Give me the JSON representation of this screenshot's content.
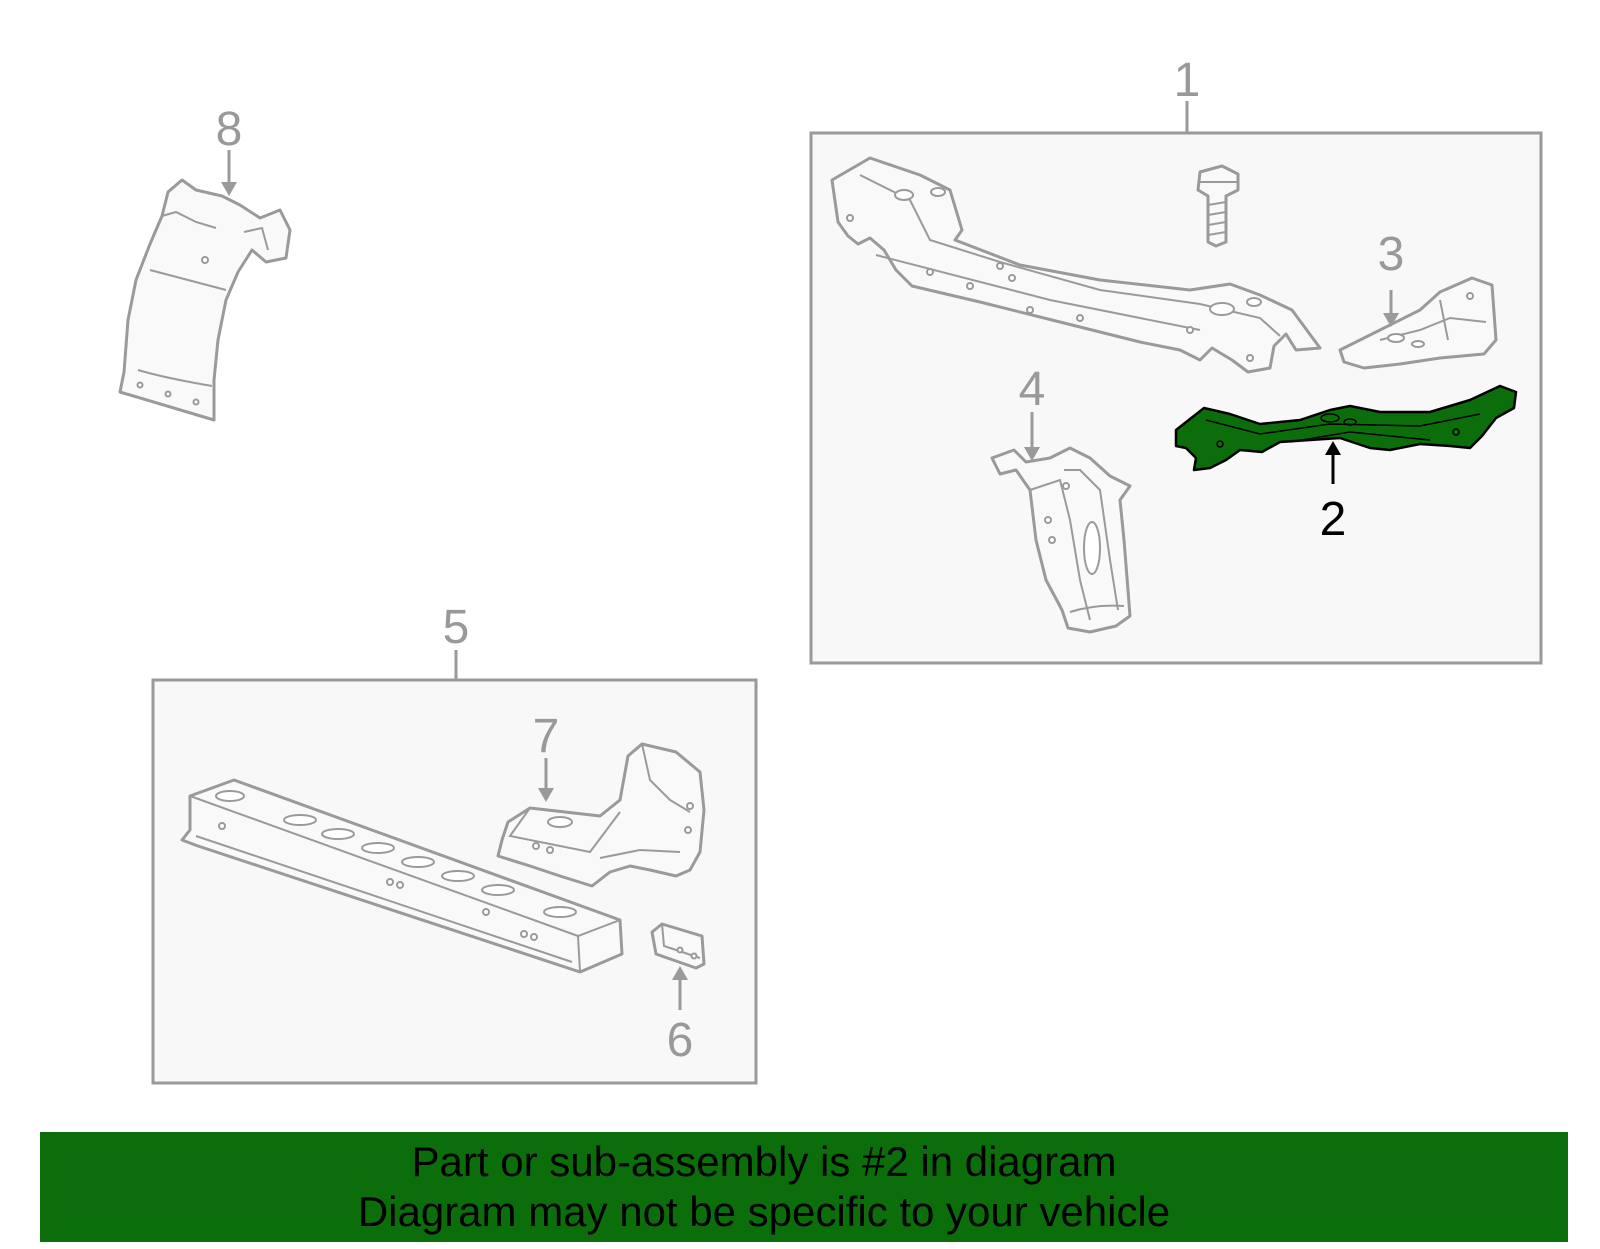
{
  "callouts": {
    "c1": "1",
    "c2": "2",
    "c3": "3",
    "c4": "4",
    "c5": "5",
    "c6": "6",
    "c7": "7",
    "c8": "8"
  },
  "highlighted_part": "2",
  "colors": {
    "highlight": "#0b6e0b",
    "banner_bg": "#0b6e0b",
    "line": "#9a9a9a",
    "box_fill": "#f8f8f8"
  },
  "banner": {
    "line1": "Part or sub-assembly is #2 in diagram",
    "line2": "Diagram may not be specific to your vehicle"
  }
}
